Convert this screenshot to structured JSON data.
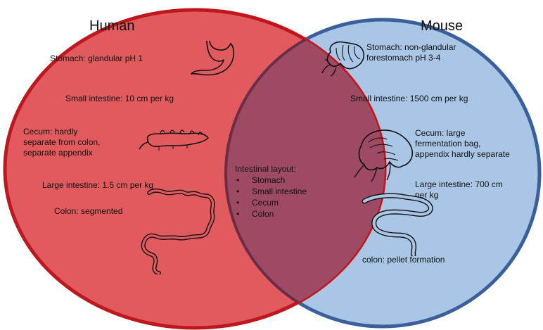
{
  "human": {
    "title": "Human",
    "color": "#e05a5e",
    "border": "#c0161e",
    "stomach": "Stomach: glandular pH 1",
    "small_intestine": "Small intestine: 10 cm per kg",
    "cecum": [
      "Cecum: hardly",
      "separate from colon,",
      "separate appendix"
    ],
    "large_intestine": "Large intestine: 1.5 cm per kg",
    "colon": "Colon: segmented"
  },
  "mouse": {
    "title": "Mouse",
    "color": "#a9c6e6",
    "border": "#3a5f9a",
    "stomach": [
      "Stomach: non-glandular",
      "forestomach pH 3-4"
    ],
    "small_intestine": "Small intestine: 1500 cm per kg",
    "cecum": [
      "Cecum: large",
      "fermentation bag,",
      "appendix hardly separate"
    ],
    "large_intestine": [
      "Large intestine: 700 cm",
      "per kg"
    ],
    "colon": "colon: pellet formation"
  },
  "shared": {
    "heading": "Intestinal layout:",
    "items": [
      "Stomach",
      "Small intestine",
      "Cecum",
      "Colon"
    ],
    "color": "#9e4a63"
  },
  "icons": [
    "human-stomach-icon",
    "human-cecum-icon",
    "human-colon-icon",
    "mouse-stomach-icon",
    "mouse-cecum-icon",
    "mouse-colon-icon"
  ]
}
